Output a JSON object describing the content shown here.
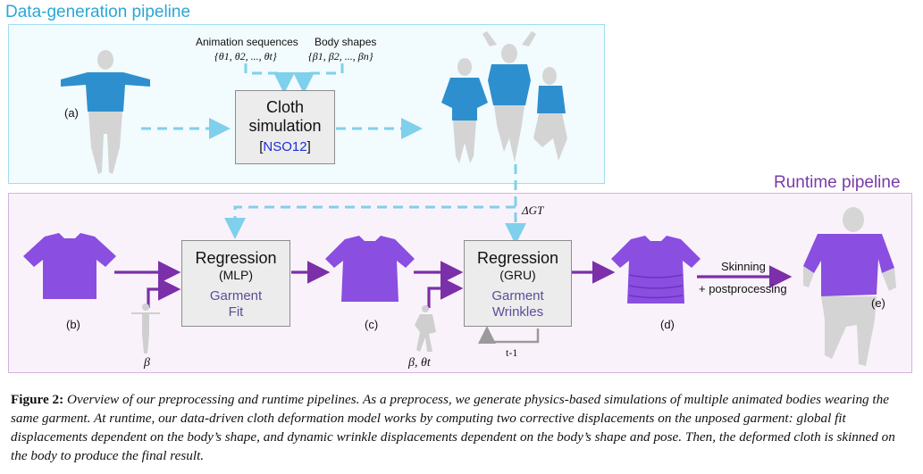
{
  "data_generation": {
    "title": "Data-generation pipeline",
    "anim_label": "Animation sequences",
    "anim_math": "{θ1, θ2, ..., θt}",
    "body_label": "Body shapes",
    "body_math": "{β1, β2, ..., βn}",
    "sim_line1": "Cloth",
    "sim_line2": "simulation",
    "sim_ref": "NSO12",
    "label_a": "(a)"
  },
  "runtime": {
    "title": "Runtime pipeline",
    "delta_label": "ΔGT",
    "reg1_title": "Regression",
    "reg1_sub": "(MLP)",
    "reg1_fn1": "Garment",
    "reg1_fn2": "Fit",
    "reg2_title": "Regression",
    "reg2_sub": "(GRU)",
    "reg2_fn1": "Garment",
    "reg2_fn2": "Wrinkles",
    "loop_label": "t-1",
    "skin_line1": "Skinning",
    "skin_line2": "+ postprocessing",
    "label_b": "(b)",
    "label_c": "(c)",
    "label_d": "(d)",
    "label_e": "(e)",
    "beta": "β",
    "beta_theta": "β, θt"
  },
  "caption": {
    "figure": "Figure 2:",
    "text": "Overview of our preprocessing and runtime pipelines. As a preprocess, we generate physics-based simulations of multiple animated bodies wearing the same garment. At runtime, our data-driven cloth deformation model works by computing two corrective displacements on the unposed garment: global fit displacements dependent on the body’s shape, and dynamic wrinkle displacements dependent on the body’s shape and pose. Then, the deformed cloth is skinned on the body to produce the final result."
  },
  "colors": {
    "cyan": "#2aa7d6",
    "purple": "#7a3aa8",
    "dashed_arrow": "#7fd0ec",
    "solid_arrow": "#7b2fa8",
    "shirt_blue": "#2e8fcf",
    "shirt_purple": "#8a4ee0",
    "ref_link": "#1d2fd6"
  }
}
